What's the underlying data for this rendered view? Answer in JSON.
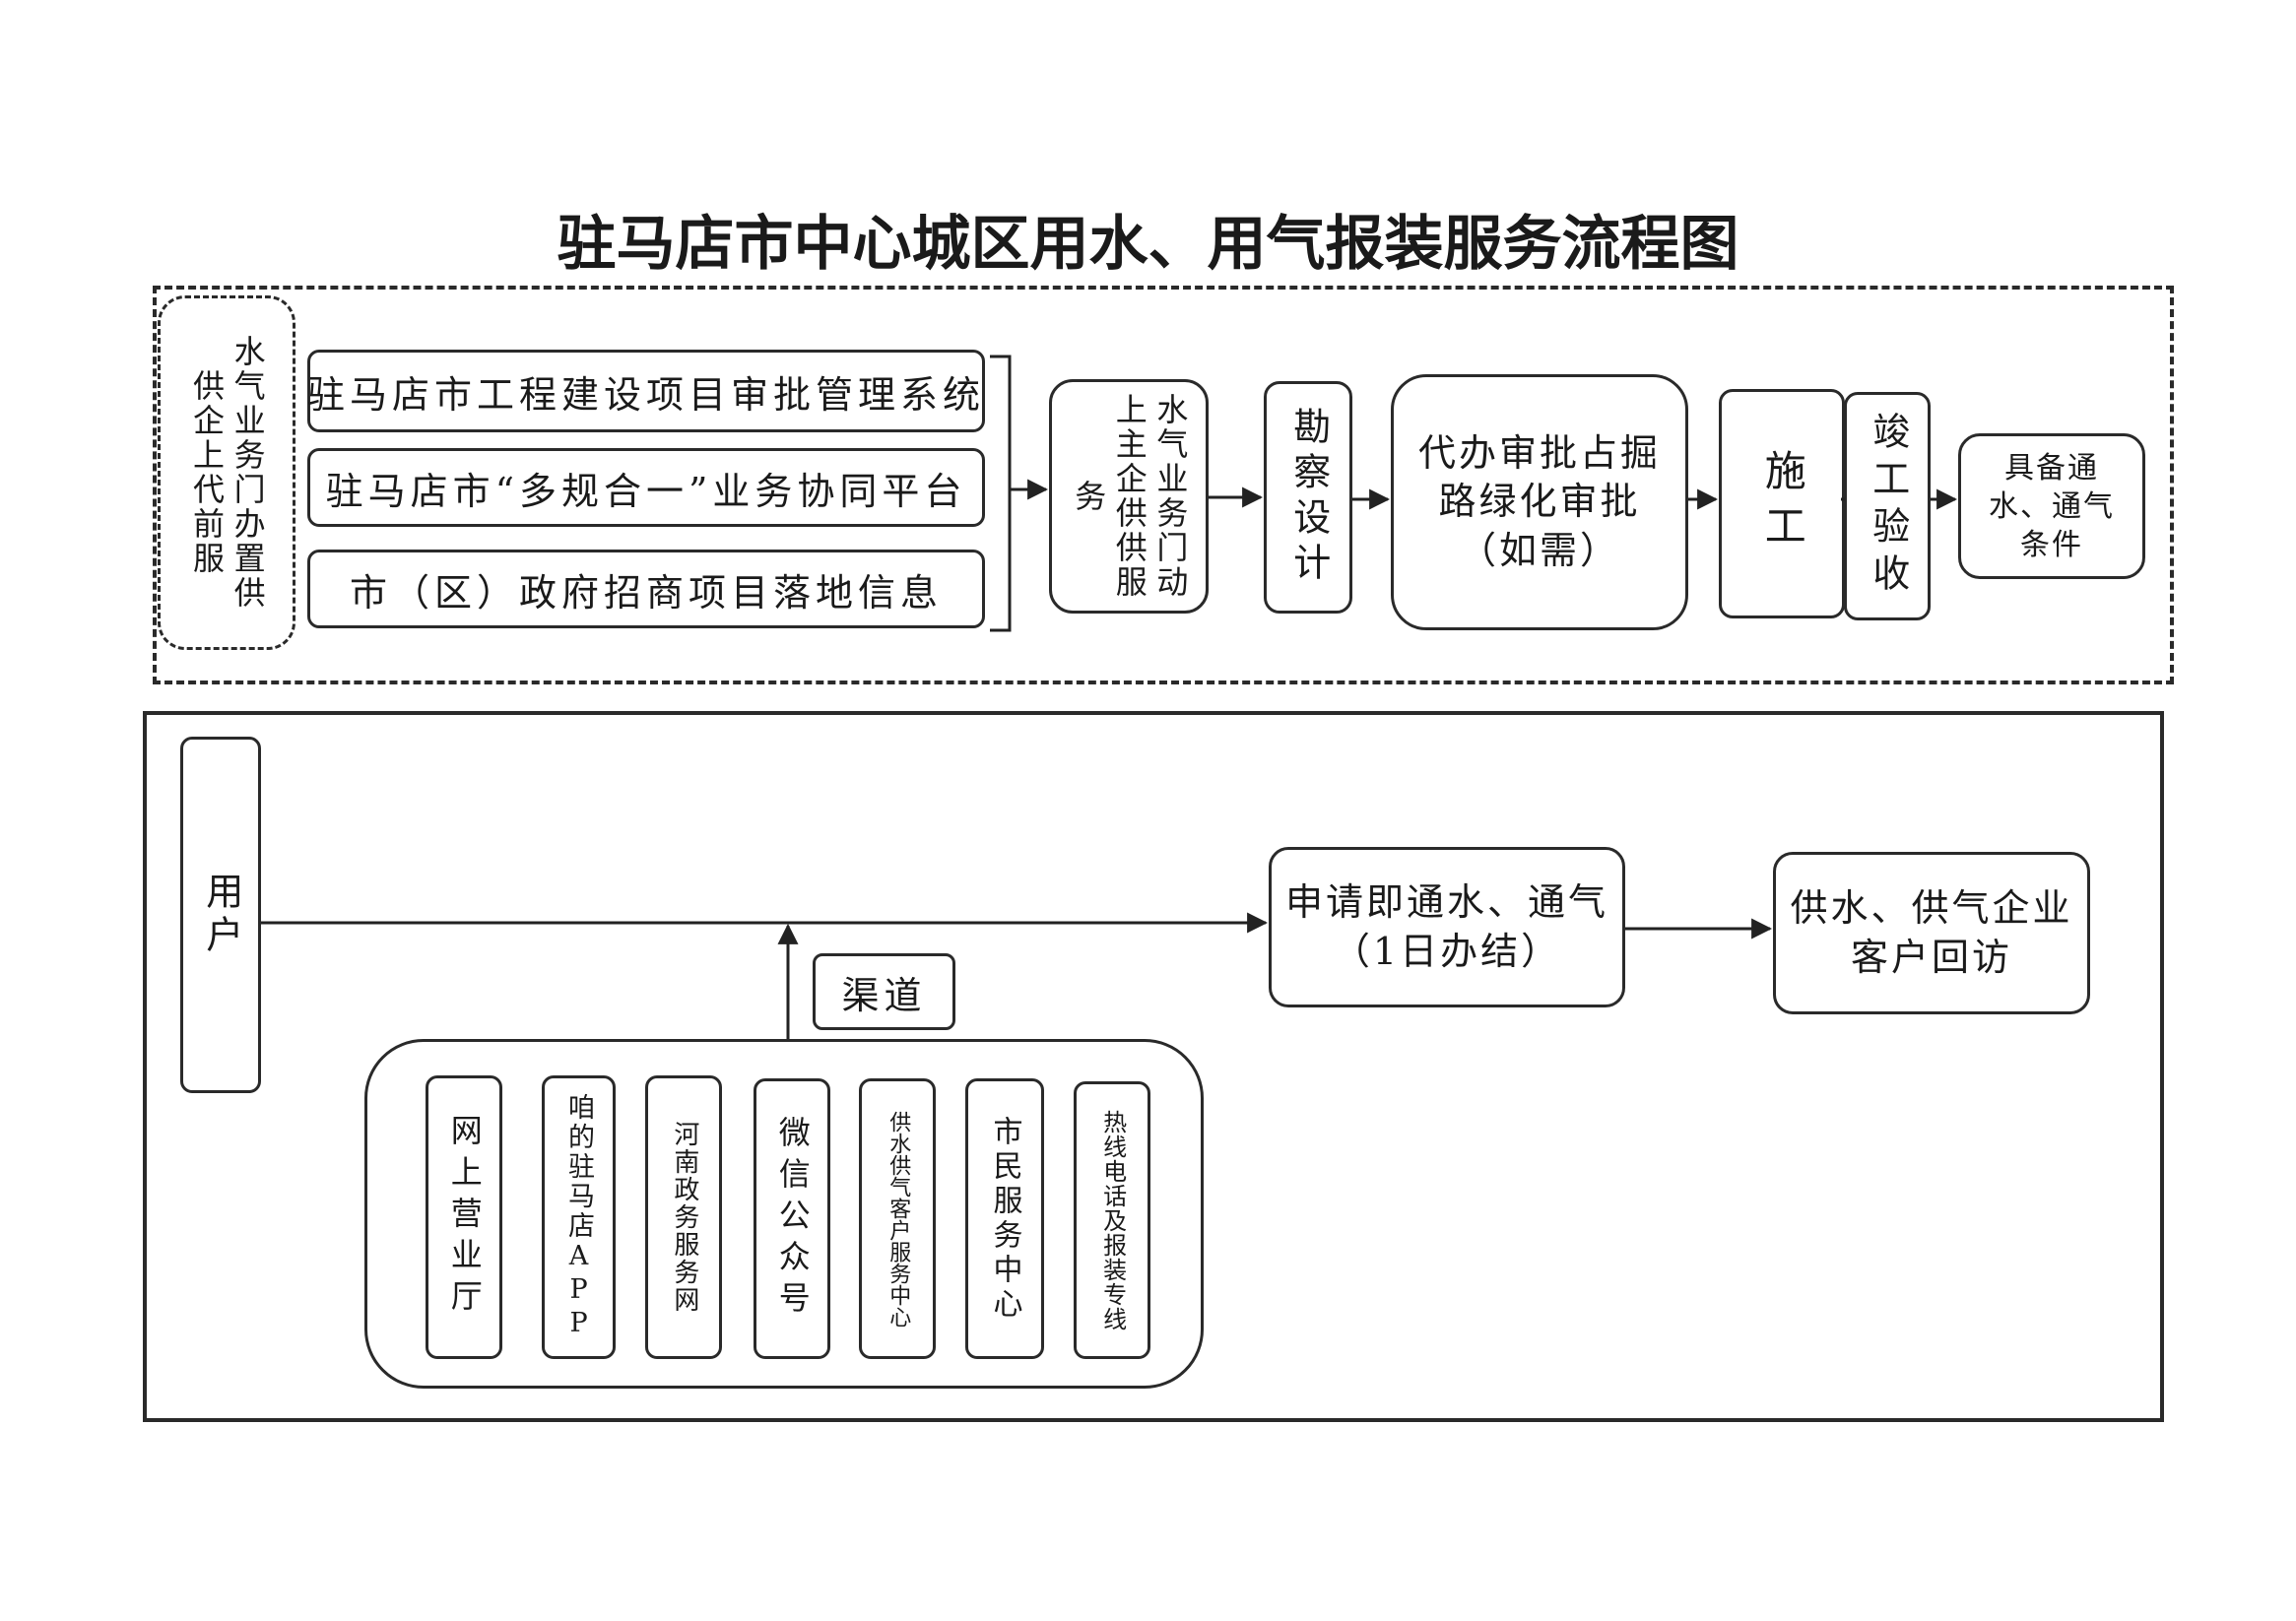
{
  "title": "驻马店市中心城区用水、用气报装服务流程图",
  "top": {
    "front_service": "水气业务门办置供供企上代前服",
    "platforms": [
      "驻马店市工程建设项目审批管理系统",
      "驻马店市“多规合一”业务协同平台",
      "市（区）政府招商项目落地信息"
    ],
    "steps": {
      "active_service": "水气业务门动上主企供供服务",
      "survey": "勘察设计",
      "approval": "代办审批占掘\n路绿化审批\n（如需）",
      "construction": "施工",
      "acceptance": "竣工验收",
      "ready": "具备通\n水、通气\n条件"
    }
  },
  "bottom": {
    "user": "用户",
    "apply": "申请即通水、通气\n（1日办结）",
    "visit": "供水、供气企业\n客户回访",
    "channel_label": "渠道",
    "channels": [
      "网上营业厅",
      "咱的驻马店APP",
      "河南政务服务网",
      "微信公众号",
      "供水供气客户服务中心",
      "市民服务中心",
      "热线电话及报装专线"
    ]
  }
}
